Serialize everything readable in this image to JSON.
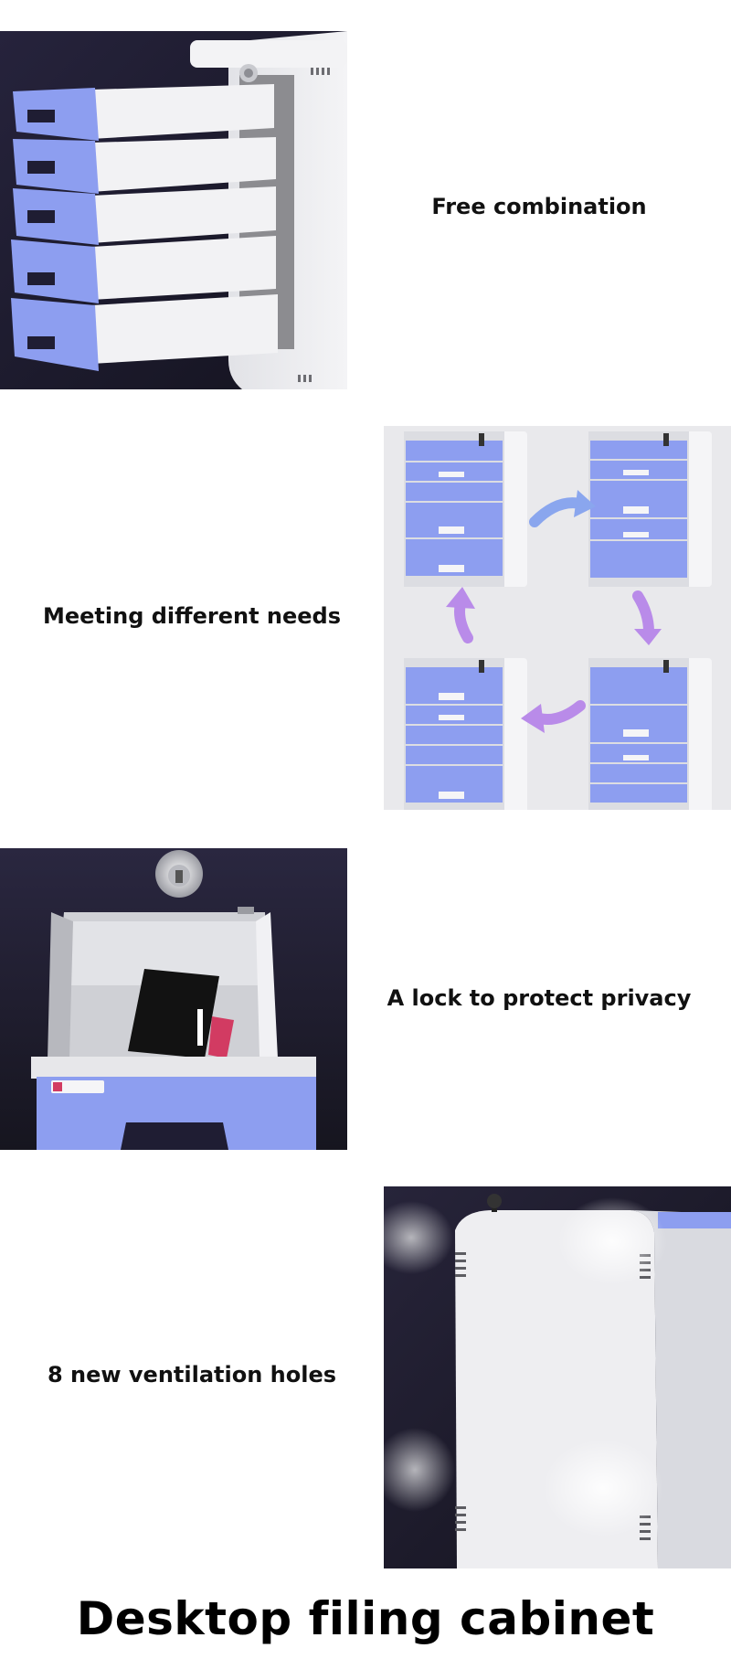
{
  "sections": [
    {
      "caption": "Free combination",
      "image_icon": "open-drawers-image"
    },
    {
      "caption": "Meeting different needs",
      "image_icon": "drawer-arrangements-cycle-image"
    },
    {
      "caption": "A lock to protect privacy",
      "image_icon": "locked-drawer-image"
    },
    {
      "caption": "8 new ventilation holes",
      "image_icon": "ventilated-cabinet-image"
    }
  ],
  "title": "Desktop filing cabinet",
  "colors": {
    "drawer_blue": "#8d9ef0",
    "dark_background": "#1f1d33",
    "light_gray": "#e9e9ec",
    "arrow_purple": "#b98be9",
    "arrow_blue": "#8aa6ee"
  }
}
